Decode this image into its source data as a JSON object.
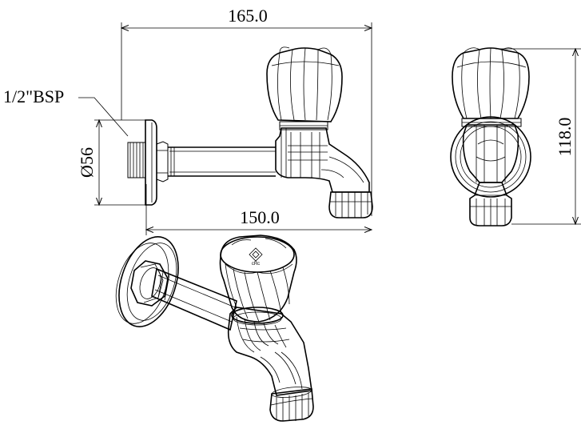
{
  "drawing": {
    "dims": {
      "overall_length": "165.0",
      "spout_length": "150.0",
      "height": "118.0",
      "flange_diameter": "Ø56",
      "thread": "1/2\"BSP"
    },
    "logo_text": "cRc"
  }
}
